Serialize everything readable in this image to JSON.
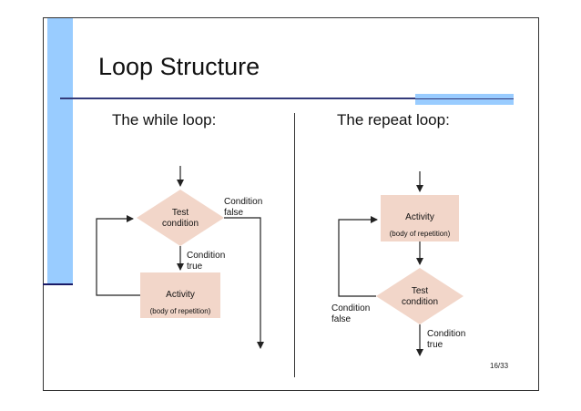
{
  "slide": {
    "title": "Loop Structure",
    "page_number": "16/33"
  },
  "while_loop": {
    "heading": "The while loop:",
    "test_line1": "Test",
    "test_line2": "condition",
    "activity_line1": "Activity",
    "activity_line2": "(body of repetition)",
    "true_line1": "Condition",
    "true_line2": "true",
    "false_line1": "Condition",
    "false_line2": "false"
  },
  "repeat_loop": {
    "heading": "The repeat loop:",
    "activity_line1": "Activity",
    "activity_line2": "(body of repetition)",
    "test_line1": "Test",
    "test_line2": "condition",
    "false_line1": "Condition",
    "false_line2": "false",
    "true_line1": "Condition",
    "true_line2": "true"
  },
  "colors": {
    "box_fill": "#f2d6c9",
    "accent_blue": "#99ccff",
    "line": "#222222"
  }
}
